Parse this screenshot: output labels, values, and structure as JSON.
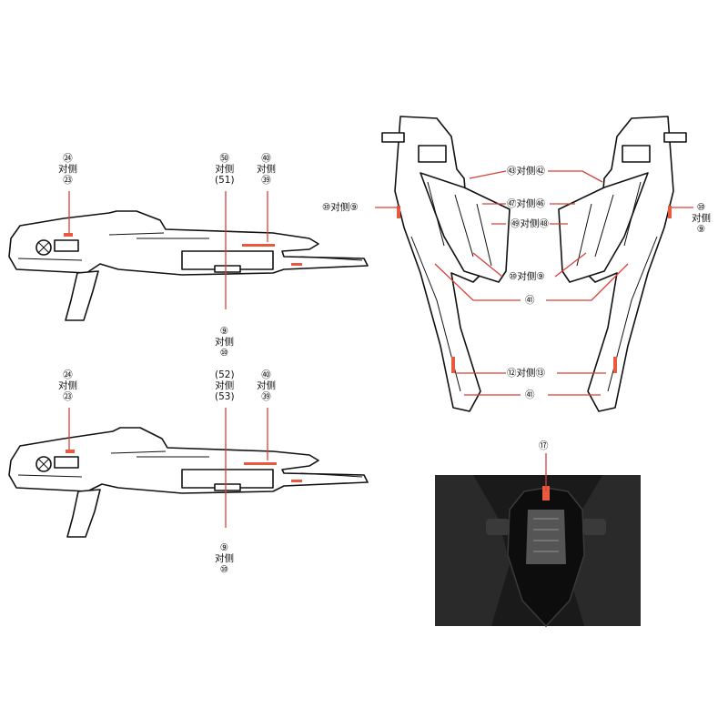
{
  "side_word": "对侧",
  "rifle_top": {
    "label_left": {
      "a": "㉔",
      "b": "㉓"
    },
    "label_mid": {
      "a": "㊿",
      "b": "(51)"
    },
    "label_right": {
      "a": "㊵",
      "b": "㊴"
    },
    "label_bottom": {
      "a": "⑨",
      "b": "⑩"
    }
  },
  "rifle_bottom": {
    "label_left": {
      "a": "㉔",
      "b": "㉓"
    },
    "label_mid": {
      "a": "(52)",
      "b": "(53)"
    },
    "label_right": {
      "a": "㊵",
      "b": "㊴"
    },
    "label_bottom": {
      "a": "⑨",
      "b": "⑩"
    }
  },
  "wings": {
    "left_outer": {
      "a": "⑩",
      "b": "⑨"
    },
    "right_outer": {
      "a": "⑩",
      "b": "⑨"
    },
    "c1": {
      "a": "㊸",
      "b": "㊷"
    },
    "c2": {
      "a": "㊼",
      "b": "㊻"
    },
    "c3": {
      "a": "㊾",
      "b": "㊽"
    },
    "c4": {
      "a": "⑩",
      "b": "⑨"
    },
    "c5": "㊶",
    "c6": {
      "a": "⑫",
      "b": "⑬"
    },
    "c7": "㊶"
  },
  "photo": {
    "label": "⑰"
  },
  "colors": {
    "accent": "#d6403a",
    "ink": "#111111",
    "photo_bg": "#1a1a1a"
  }
}
